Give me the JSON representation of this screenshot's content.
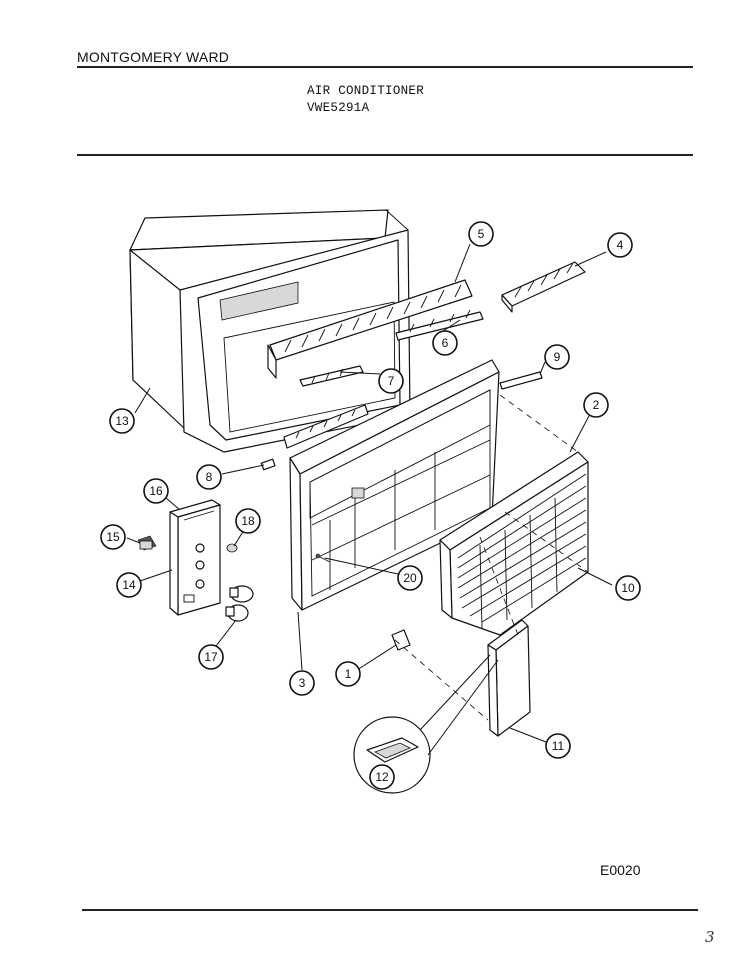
{
  "header": {
    "brand": "MONTGOMERY WARD",
    "product": "AIR CONDITIONER",
    "model": "VWE5291A"
  },
  "diagram": {
    "callouts": [
      "1",
      "2",
      "3",
      "4",
      "5",
      "6",
      "7",
      "8",
      "9",
      "10",
      "11",
      "12",
      "13",
      "14",
      "15",
      "16",
      "17",
      "18",
      "20"
    ]
  },
  "footer": {
    "code": "E0020",
    "page_mark": "3"
  }
}
